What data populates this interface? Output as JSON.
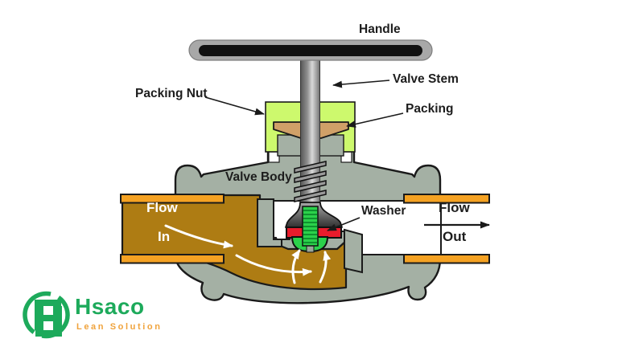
{
  "diagram": {
    "type": "globe-valve-cross-section",
    "labels": {
      "handle": "Handle",
      "valve_stem": "Valve Stem",
      "packing_nut": "Packing Nut",
      "packing": "Packing",
      "valve_body": "Valve Body",
      "washer": "Washer"
    },
    "flow_in": {
      "word": "Flow",
      "direction": "In"
    },
    "flow_out": {
      "word": "Flow",
      "direction": "Out"
    },
    "colors": {
      "body_gray": "#a4b0a4",
      "flow_brown": "#ae7c13",
      "flange_orange": "#f5a223",
      "packing_nut_green": "#cdf96d",
      "packing_tan": "#d0a068",
      "washer_red": "#e91c2c",
      "disc_green": "#2bd14b",
      "handle_gray": "#a8a8a8",
      "handle_black": "#111111",
      "outline_black": "#1a1a1a",
      "white": "#ffffff"
    }
  },
  "logo": {
    "brand": "Hsaco",
    "tagline": "Lean Solution",
    "brand_color": "#1daa5b",
    "tagline_color": "#f0a33c"
  }
}
